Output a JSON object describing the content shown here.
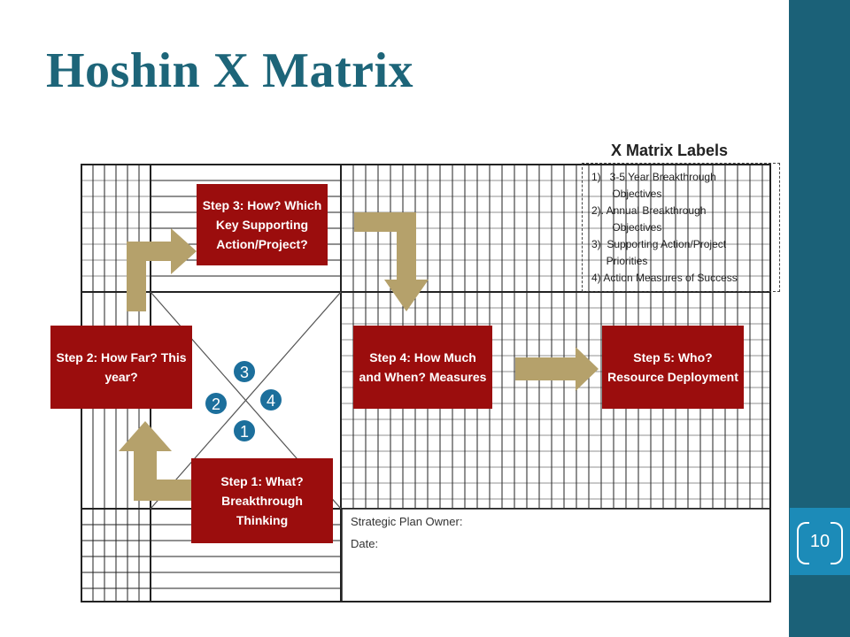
{
  "title": "Hoshin X Matrix",
  "page_number": "10",
  "steps": {
    "step1": "Step 1: What? Breakthrough Thinking",
    "step2": "Step 2: How Far? This year?",
    "step3": "Step 3: How? Which Key Supporting Action/Project?",
    "step4": "Step 4: How Much and When? Measures",
    "step5": "Step 5: Who? Resource Deployment"
  },
  "quadrant_numbers": [
    "1",
    "2",
    "3",
    "4"
  ],
  "legend": {
    "title": "X Matrix Labels",
    "items": [
      "1)   3-5 Year Breakthrough",
      "       Objectives",
      "2). Annual Breakthrough",
      "       Objectives",
      "3)  Supporting Action/Project",
      "     Priorities",
      "4) Action Measures of Success"
    ]
  },
  "form": {
    "owner_label": "Strategic Plan Owner:",
    "date_label": "Date:"
  },
  "colors": {
    "title": "#1d6579",
    "step_box": "#9b0d0d",
    "arrow": "#b5a16b",
    "number_circle": "#1c6f9c",
    "sidebar": "#1b6178",
    "page_box": "#1c8bb8"
  }
}
